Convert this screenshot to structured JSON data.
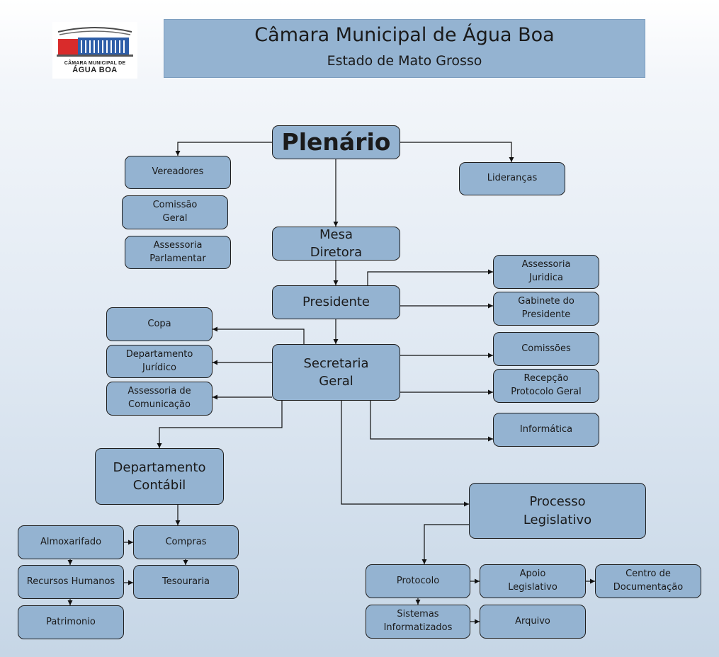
{
  "header": {
    "title": "Câmara Municipal de Água Boa",
    "subtitle": "Estado de Mato Grosso"
  },
  "logo": {
    "line1": "CÂMARA MUNICIPAL DE",
    "line2": "ÁGUA BOA"
  },
  "nodes": {
    "plenario": "Plenário",
    "vereadores": "Vereadores",
    "comissao_geral": "Comissão\nGeral",
    "assessoria_parlamentar": "Assessoria\nParlamentar",
    "liderancas": "Lideranças",
    "mesa_diretora": "Mesa\nDiretora",
    "presidente": "Presidente",
    "assessoria_juridica": "Assessoria\nJuridica",
    "gabinete_presidente": "Gabinete do\nPresidente",
    "copa": "Copa",
    "departamento_juridico": "Departamento\nJurídico",
    "assessoria_comunicacao": "Assessoria de\nComunicação",
    "secretaria_geral": "Secretaria\nGeral",
    "comissoes": "Comissões",
    "recepcao": "Recepção\nProtocolo Geral",
    "informatica": "Informática",
    "departamento_contabil": "Departamento\nContábil",
    "processo_legislativo": "Processo\nLegislativo",
    "almoxarifado": "Almoxarifado",
    "compras": "Compras",
    "recursos_humanos": "Recursos Humanos",
    "tesouraria": "Tesouraria",
    "patrimonio": "Patrimonio",
    "protocolo": "Protocolo",
    "apoio_legislativo": "Apoio\nLegislativo",
    "centro_documentacao": "Centro de\nDocumentação",
    "sistemas_informatizados": "Sistemas\nInformatizados",
    "arquivo": "Arquivo"
  },
  "colors": {
    "node_fill": "#94b3d1",
    "node_border": "#1e1e1e",
    "header_fill": "#94b3d1",
    "connector": "#111111"
  }
}
